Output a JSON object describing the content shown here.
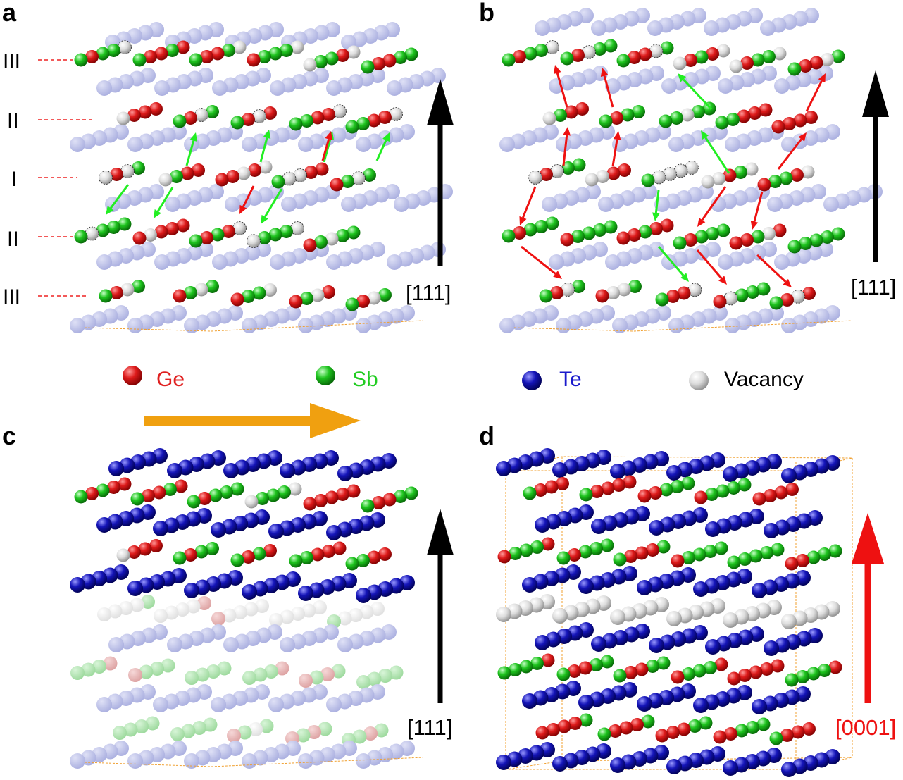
{
  "panels": {
    "a": {
      "letter": "a",
      "layer_labels": [
        "III",
        "II",
        "I",
        "II",
        "III"
      ],
      "direction_label": "[111]"
    },
    "b": {
      "letter": "b",
      "direction_label": "[111]"
    },
    "c": {
      "letter": "c",
      "direction_label": "[111]"
    },
    "d": {
      "letter": "d",
      "direction_label": "[0001]"
    }
  },
  "legend": [
    {
      "label": "Ge",
      "color": "#e02020"
    },
    {
      "label": "Sb",
      "color": "#22cc22"
    },
    {
      "label": "Te",
      "color": "#1a1acc"
    },
    {
      "label": "Vacancy",
      "color": "#000000"
    }
  ],
  "colors": {
    "ge": "#d81818",
    "sb": "#1fc41f",
    "te": "#1010b0",
    "vacancy": "#d8d8d8",
    "faded_te": "#b8bde6",
    "arrow_red": "#ee1111",
    "arrow_green": "#22ee22",
    "time_arrow": "#f0a010",
    "cell_edge": "#f0a030"
  },
  "icons": {
    "layer_direction": "black-up-arrow",
    "hexagonal_direction": "red-up-arrow",
    "process": "orange-right-arrow"
  }
}
